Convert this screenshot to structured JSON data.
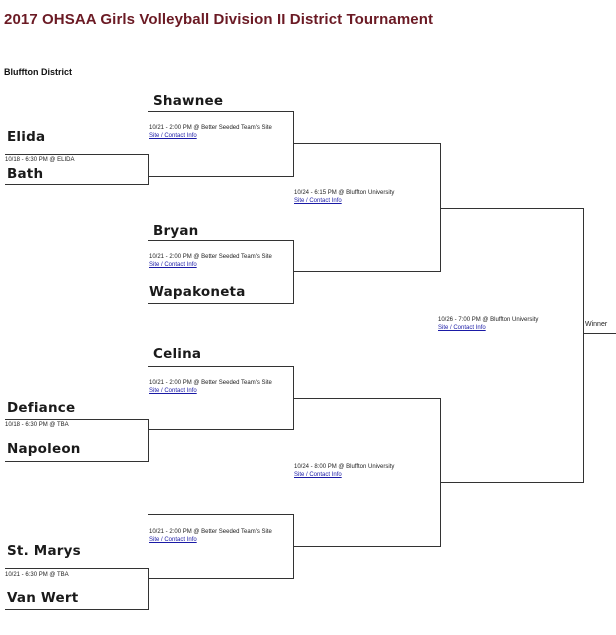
{
  "header": {
    "title": "2017 OHSAA Girls Volleyball Division II District Tournament",
    "district": "Bluffton District"
  },
  "bracket": {
    "round1": [
      {
        "top_team": "Elida",
        "bottom_team": "Bath",
        "info": "10/18 - 6:30 PM @ ELIDA"
      },
      {
        "top_team": "Defiance",
        "bottom_team": "Napoleon",
        "info": "10/18 - 6:30 PM @ TBA"
      },
      {
        "top_team": "St. Marys",
        "bottom_team": "Van Wert",
        "info": "10/21 - 6:30 PM @ TBA"
      }
    ],
    "round2": [
      {
        "top_team": "Shawnee",
        "bottom_team": "",
        "info": "10/21 - 2:00 PM @ Better Seeded Team's Site",
        "link": "Site / Contact Info"
      },
      {
        "top_team": "Bryan",
        "bottom_team": "Wapakoneta",
        "info": "10/21 - 2:00 PM @ Better Seeded Team's Site",
        "link": "Site / Contact Info"
      },
      {
        "top_team": "Celina",
        "bottom_team": "",
        "info": "10/21 - 2:00 PM @ Better Seeded Team's Site",
        "link": "Site / Contact Info"
      },
      {
        "top_team": "",
        "bottom_team": "",
        "info": "10/21 - 2:00 PM @ Better Seeded Team's Site",
        "link": "Site / Contact Info"
      }
    ],
    "semifinals": [
      {
        "info": "10/24 - 6:15 PM @ Bluffton University",
        "link": "Site / Contact Info"
      },
      {
        "info": "10/24 - 8:00 PM @ Bluffton University",
        "link": "Site / Contact Info"
      }
    ],
    "final": {
      "info": "10/26 - 7:00 PM @ Bluffton University",
      "link": "Site / Contact Info"
    },
    "winner_label": "Winner"
  }
}
